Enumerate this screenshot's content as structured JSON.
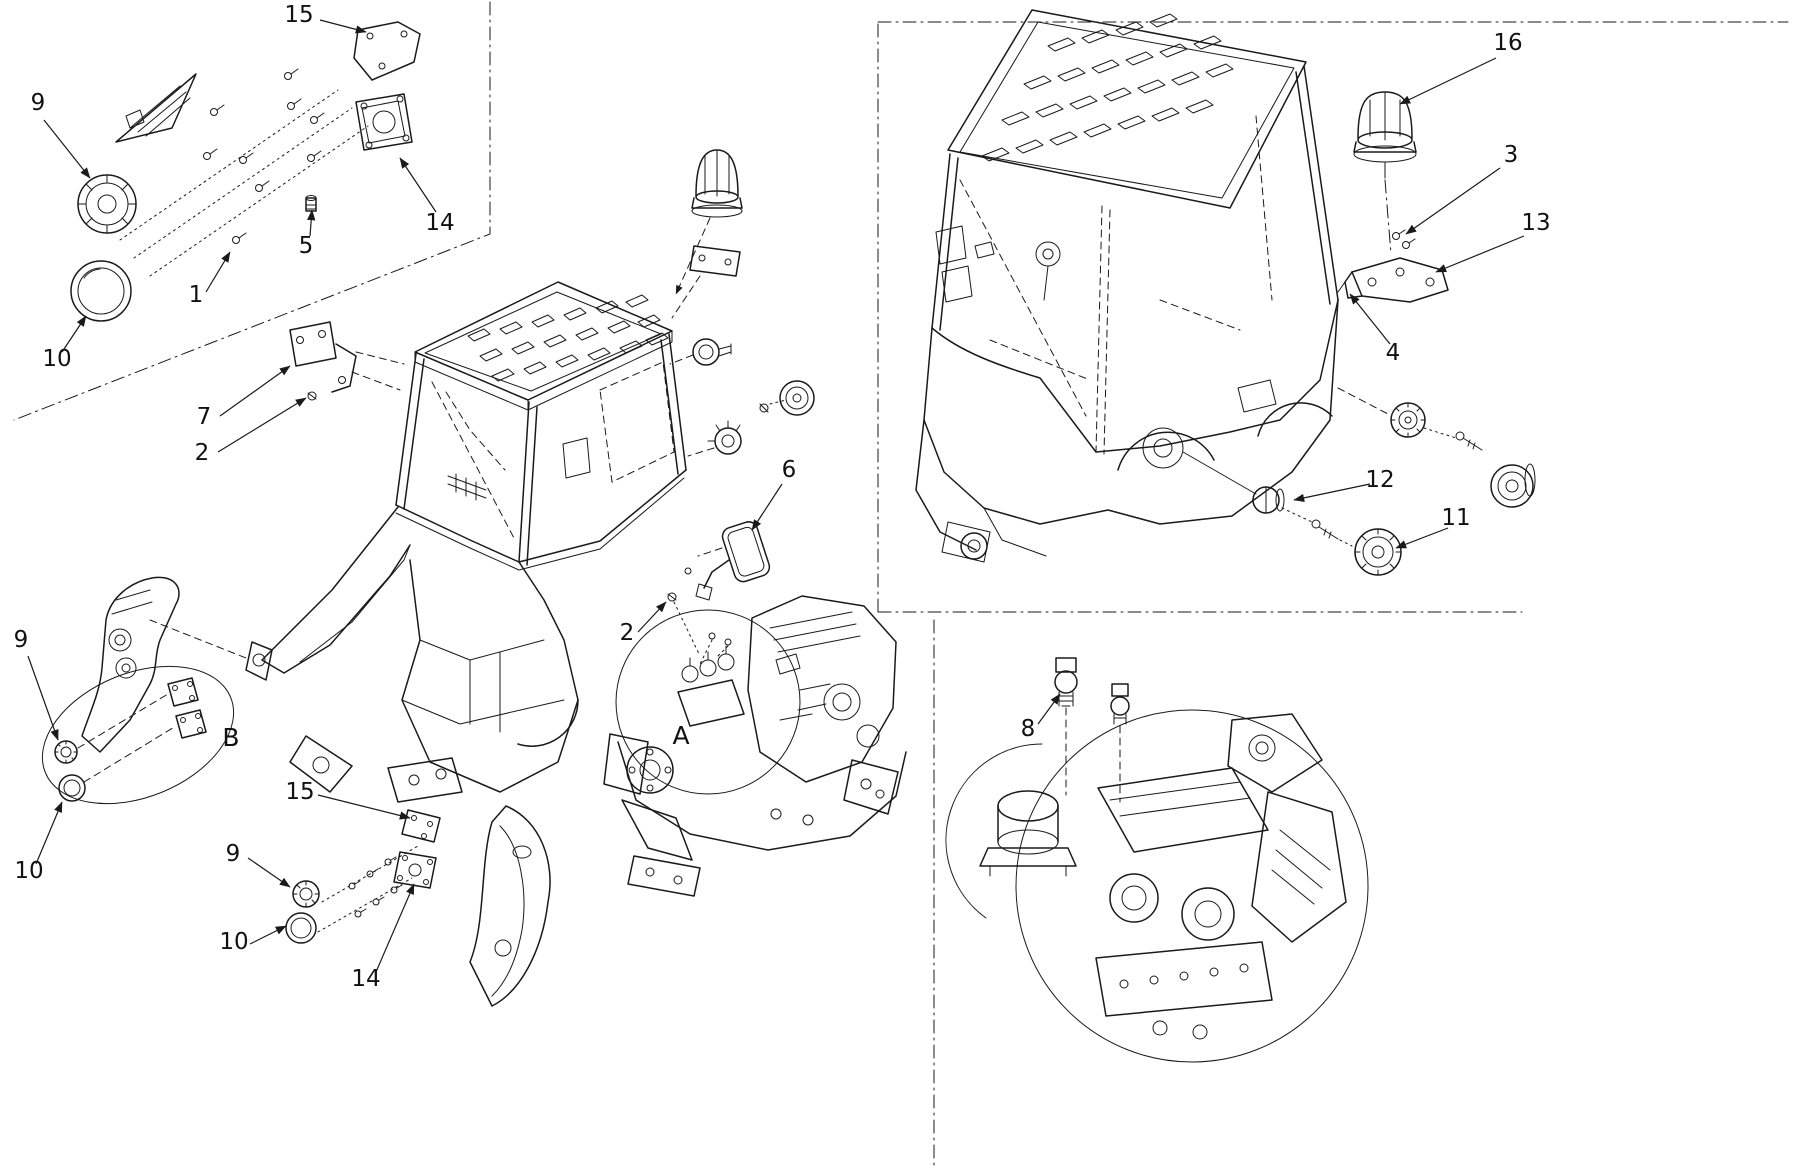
{
  "colors": {
    "line": "#1a1a1a",
    "background": "#ffffff"
  },
  "callouts": {
    "c15a": "15",
    "c9a": "9",
    "c14a": "14",
    "c5": "5",
    "c1": "1",
    "c10a": "10",
    "c7": "7",
    "c2a": "2",
    "c16": "16",
    "c3": "3",
    "c13": "13",
    "c4": "4",
    "c6": "6",
    "c12": "12",
    "c11": "11",
    "c2b": "2",
    "c9b": "9",
    "cB": "B",
    "cA": "A",
    "c8": "8",
    "c10b": "10",
    "c15b": "15",
    "c9c": "9",
    "c10c": "10",
    "c14b": "14"
  }
}
